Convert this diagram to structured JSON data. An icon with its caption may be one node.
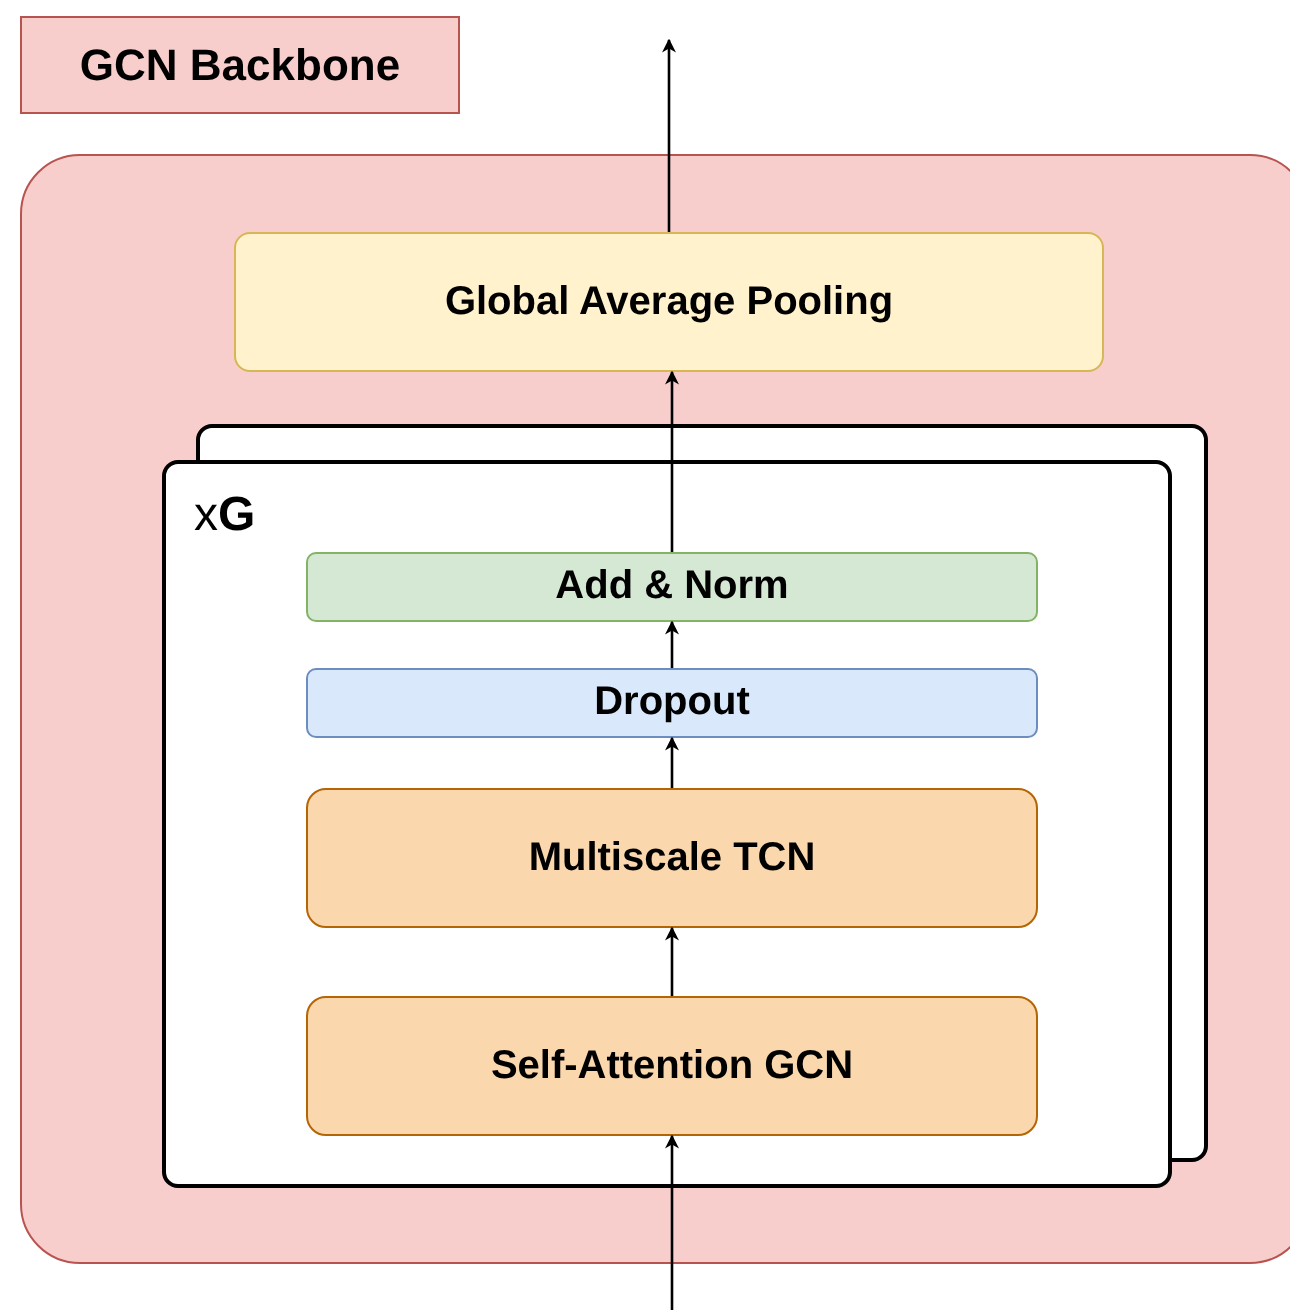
{
  "diagram": {
    "nodes": [
      {
        "text": [
          "GCN Backbone"
        ]
      },
      {
        "text": [],
        "shape": "box"
      },
      {
        "text": [
          "Global Average Pooling"
        ],
        "in": 1
      },
      {
        "text": [
          "x**G**"
        ],
        "in": 1
      },
      {
        "text": [
          "Add & Norm"
        ],
        "in": 3
      },
      {
        "text": [
          "Dropout"
        ],
        "in": 3
      },
      {
        "text": [
          "Multiscale TCN"
        ],
        "in": 3
      },
      {
        "text": [
          "Self-Attention GCN"
        ],
        "in": 3
      }
    ],
    "edges": [
      {
        "from": null,
        "to": 7,
        "arrow": "to"
      },
      {
        "from": 7,
        "to": 6,
        "arrow": "to"
      },
      {
        "from": 6,
        "to": 5,
        "arrow": "to"
      },
      {
        "from": 5,
        "to": 4,
        "arrow": "to"
      },
      {
        "from": 4,
        "to": 2,
        "arrow": "to"
      },
      {
        "from": 2,
        "to": null,
        "arrow": "to"
      }
    ]
  }
}
